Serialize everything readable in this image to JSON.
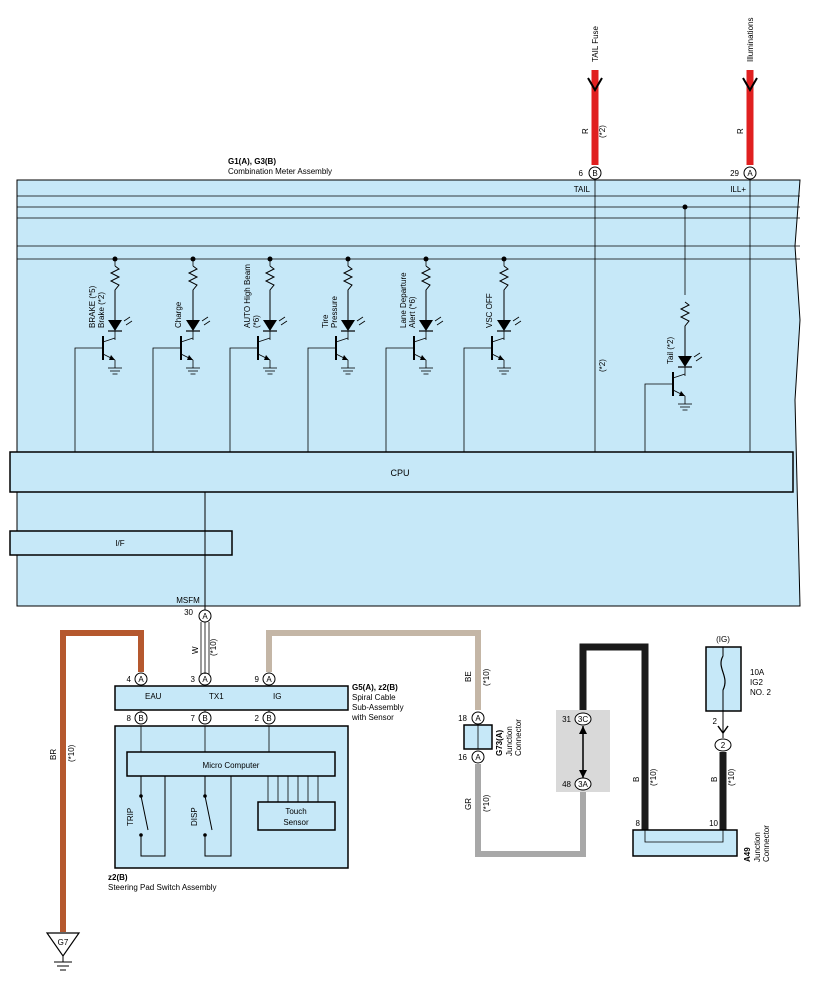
{
  "power_sources": {
    "tail_fuse": "TAIL Fuse",
    "illuminations": "Illuminations"
  },
  "wire_colors": {
    "tail_wire": "R",
    "tail_wire_note": "(*2)",
    "ill_wire": "R",
    "br": "BR",
    "br_note": "(*10)",
    "w": "W",
    "w_note": "(*10)",
    "be": "BE",
    "be_note": "(*10)",
    "gr": "GR",
    "gr_note": "(*10)",
    "b1": "B",
    "b1_note": "(*10)",
    "b2": "B",
    "b2_note": "(*10)"
  },
  "meter": {
    "code": "G1(A), G3(B)",
    "name": "Combination Meter Assembly",
    "tail_pin": "6",
    "tail_conn": "B",
    "tail_term": "TAIL",
    "ill_pin": "29",
    "ill_conn": "A",
    "ill_term": "ILL+",
    "tail_note": "(*2)",
    "cpu": "CPU",
    "if": "I/F",
    "msfm_term": "MSFM",
    "msfm_pin": "30",
    "msfm_conn": "A"
  },
  "indicators": [
    {
      "line1": "BRAKE (*5)",
      "line2": "Brake (*2)"
    },
    {
      "line1": "Charge",
      "line2": ""
    },
    {
      "line1": "AUTO High Beam",
      "line2": "(*6)"
    },
    {
      "line1": "Tire",
      "line2": "Pressure"
    },
    {
      "line1": "Lane Departure",
      "line2": "Alert (*6)"
    },
    {
      "line1": "VSC OFF",
      "line2": ""
    },
    {
      "line1": "Tail (*2)",
      "line2": ""
    }
  ],
  "spiral": {
    "code": "G5(A), z2(B)",
    "name1": "Spiral Cable",
    "name2": "Sub-Assembly",
    "name3": "with Sensor",
    "pins_top": [
      {
        "pin": "4",
        "conn": "A",
        "term": "EAU"
      },
      {
        "pin": "3",
        "conn": "A",
        "term": "TX1"
      },
      {
        "pin": "9",
        "conn": "A",
        "term": "IG"
      }
    ],
    "pins_bottom": [
      {
        "pin": "8",
        "conn": "B"
      },
      {
        "pin": "7",
        "conn": "B"
      },
      {
        "pin": "2",
        "conn": "B"
      }
    ]
  },
  "steering": {
    "code": "z2(B)",
    "name": "Steering Pad Switch Assembly",
    "micro": "Micro Computer",
    "trip": "TRIP",
    "disp": "DISP",
    "touch1": "Touch",
    "touch2": "Sensor"
  },
  "ground": {
    "code": "G7"
  },
  "g73": {
    "code": "G73(A)",
    "name1": "Junction",
    "name2": "Connector",
    "pin_top": "18",
    "pin_bottom": "16",
    "conn": "A"
  },
  "shaded_conn": {
    "top_pin": "31",
    "top_conn": "3C",
    "bottom_pin": "48",
    "bottom_conn": "3A"
  },
  "a49": {
    "code": "A49",
    "name1": "Junction",
    "name2": "Connector",
    "pin_left": "8",
    "pin_right": "10"
  },
  "ig_fuse": {
    "label": "(IG)",
    "rating": "10A",
    "name1": "IG2",
    "name2": "NO. 2",
    "pin": "2",
    "conn": "2"
  },
  "colors": {
    "panel": "#c6e8f8",
    "red": "#e02020",
    "brown": "#b5582e",
    "tan": "#c4b6a6",
    "gray": "#a8a8a8",
    "black": "#1a1a1a"
  }
}
